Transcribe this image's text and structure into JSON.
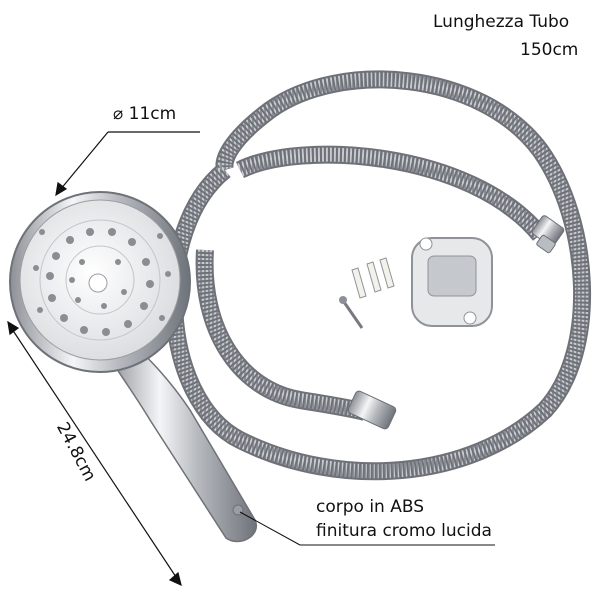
{
  "labels": {
    "hose_title": "Lunghezza  Tubo",
    "hose_length": "150cm",
    "diameter": "⌀ 11cm",
    "handle_length": "24.8cm",
    "material_line1": "corpo  in  ABS",
    "material_line2": "finitura cromo lucida"
  },
  "colors": {
    "chrome": "#c9ccd0",
    "chrome_dark": "#7c8086",
    "face": "#e9eaec",
    "nozzle": "#8a8d92"
  }
}
